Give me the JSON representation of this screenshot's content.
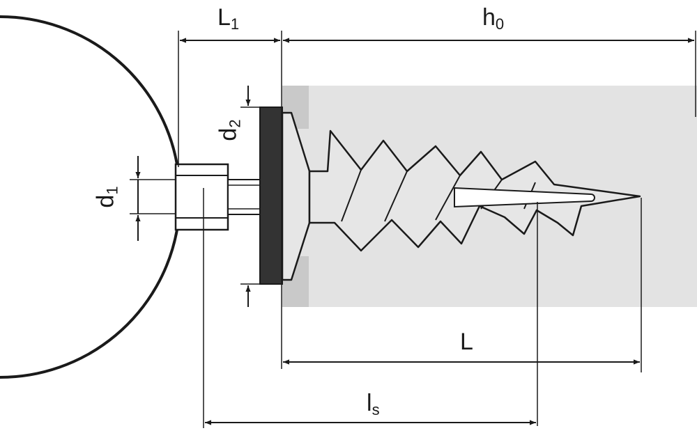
{
  "dimensions": {
    "L1": {
      "base": "L",
      "sub": "1"
    },
    "h0": {
      "base": "h",
      "sub": "0"
    },
    "d2": {
      "base": "d",
      "sub": "2"
    },
    "d1": {
      "base": "d",
      "sub": "1"
    },
    "L": {
      "base": "L",
      "sub": ""
    },
    "ls": {
      "base": "l",
      "sub": "s"
    }
  },
  "colors": {
    "line": "#1a1a1a",
    "wall": "#e3e3e3",
    "wall_edge": "#c9c9c9",
    "anchor_fill": "#e6e6e6",
    "washer": "#333333"
  }
}
